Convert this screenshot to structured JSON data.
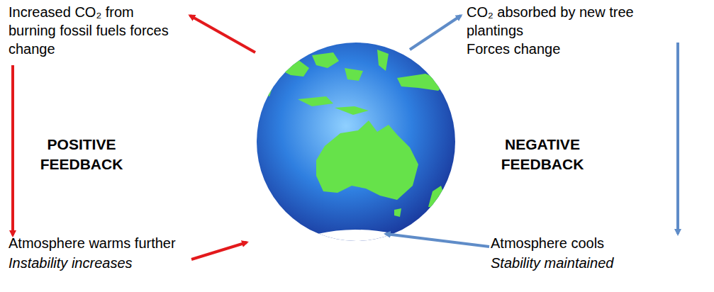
{
  "diagram": {
    "labels": [
      "Increased CO₂ from burning fossil fuels forces change",
      "CO₂ absorbed by new tree plantings",
      "Forces change",
      "POSITIVE FEEDBACK",
      "NEGATIVE FEEDBACK",
      "Atmosphere warms further",
      "Instability increases",
      "Atmosphere cools",
      "Stability maintained"
    ]
  }
}
